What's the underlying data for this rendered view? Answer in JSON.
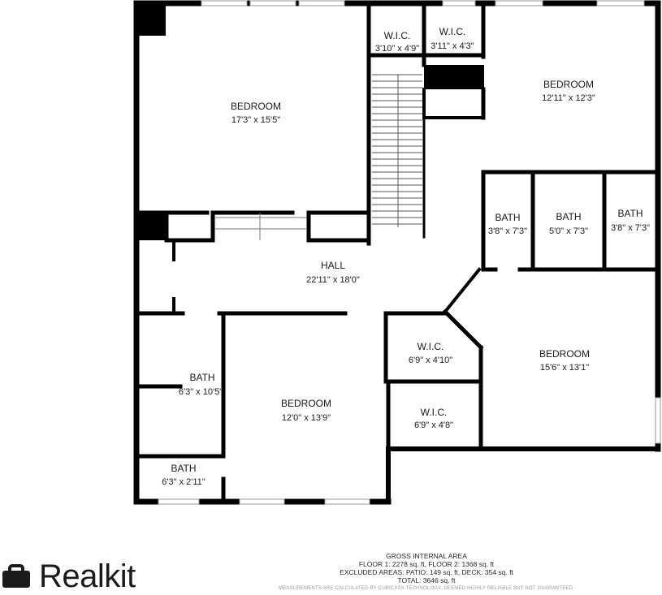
{
  "rooms": [
    {
      "id": "bedroom-nw",
      "name": "BEDROOM",
      "dims": "17'3\" x 15'5\""
    },
    {
      "id": "wic-1",
      "name": "W.I.C.",
      "dims": "3'10\" x 4'9\""
    },
    {
      "id": "wic-2",
      "name": "W.I.C.",
      "dims": "3'11\" x 4'3\""
    },
    {
      "id": "bedroom-ne",
      "name": "BEDROOM",
      "dims": "12'11\" x 12'3\""
    },
    {
      "id": "bath-1",
      "name": "BATH",
      "dims": "3'8\" x 7'3\""
    },
    {
      "id": "bath-2",
      "name": "BATH",
      "dims": "5'0\" x 7'3\""
    },
    {
      "id": "bath-3",
      "name": "BATH",
      "dims": "3'8\" x 7'3\""
    },
    {
      "id": "hall",
      "name": "HALL",
      "dims": "22'11\" x 18'0\""
    },
    {
      "id": "wic-3",
      "name": "W.I.C.",
      "dims": "6'9\" x 4'10\""
    },
    {
      "id": "bedroom-se",
      "name": "BEDROOM",
      "dims": "15'6\" x 13'1\""
    },
    {
      "id": "bath-4",
      "name": "BATH",
      "dims": "6'3\" x 10'5\""
    },
    {
      "id": "bedroom-sw",
      "name": "BEDROOM",
      "dims": "12'0\" x 13'9\""
    },
    {
      "id": "wic-4",
      "name": "W.I.C.",
      "dims": "6'9\" x 4'8\""
    },
    {
      "id": "bath-5",
      "name": "BATH",
      "dims": "6'3\" x 2'11\""
    }
  ],
  "brand": {
    "name": "Realkit",
    "icon": "briefcase-icon"
  },
  "area": {
    "title": "GROSS INTERNAL AREA",
    "floors": "FLOOR 1: 2278 sq. ft, FLOOR 2: 1368 sq. ft",
    "excluded": "EXCLUDED AREAS: PATIO: 149 sq. ft, DECK: 354 sq. ft",
    "total": "TOTAL: 3646 sq. ft",
    "disclaimer": "MEASUREMENTS ARE CALCULATED BY CUBICASA TECHNOLOGY. DEEMED HIGHLY RELIABLE BUT NOT GUARANTEED."
  },
  "colors": {
    "wall": "#000000",
    "window": "#9a9a9a",
    "background": "#ffffff"
  }
}
